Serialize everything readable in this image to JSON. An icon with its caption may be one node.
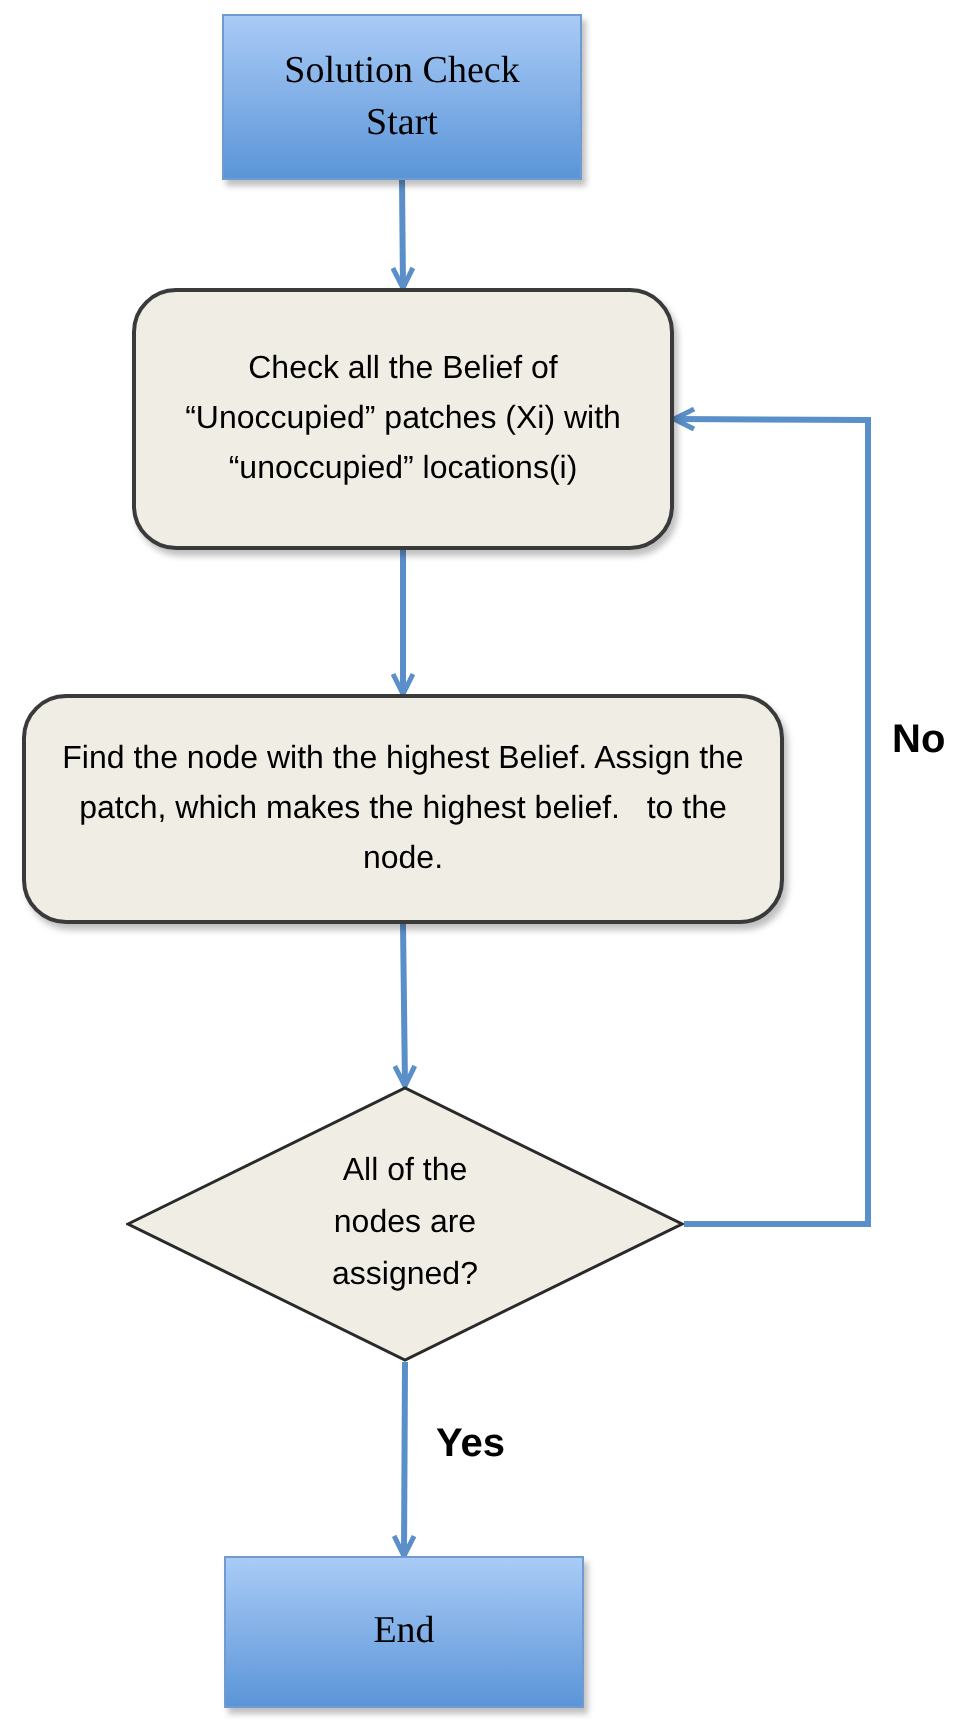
{
  "diagram": {
    "nodes": [
      {
        "text": [
          "Solution Check Start"
        ]
      },
      {
        "text": [
          "Check all the Belief of “Unoccupied” patches (Xi) with “unoccupied” locations(i)"
        ]
      },
      {
        "text": [
          "Find the node with the highest Belief. Assign the patch, which makes the highest belief.   to the node."
        ]
      },
      {
        "text": [
          "All of the nodes are assigned?"
        ]
      },
      {
        "text": [
          "End"
        ]
      }
    ],
    "edges": [
      {
        "from": 0,
        "to": 1,
        "arrow": "to"
      },
      {
        "from": 1,
        "to": 2,
        "arrow": "to"
      },
      {
        "from": 2,
        "to": 3,
        "arrow": "to"
      },
      {
        "from": 3,
        "to": 1,
        "arrow": "to",
        "label": "No"
      },
      {
        "from": 3,
        "to": 4,
        "arrow": "to",
        "label": "Yes"
      }
    ]
  }
}
